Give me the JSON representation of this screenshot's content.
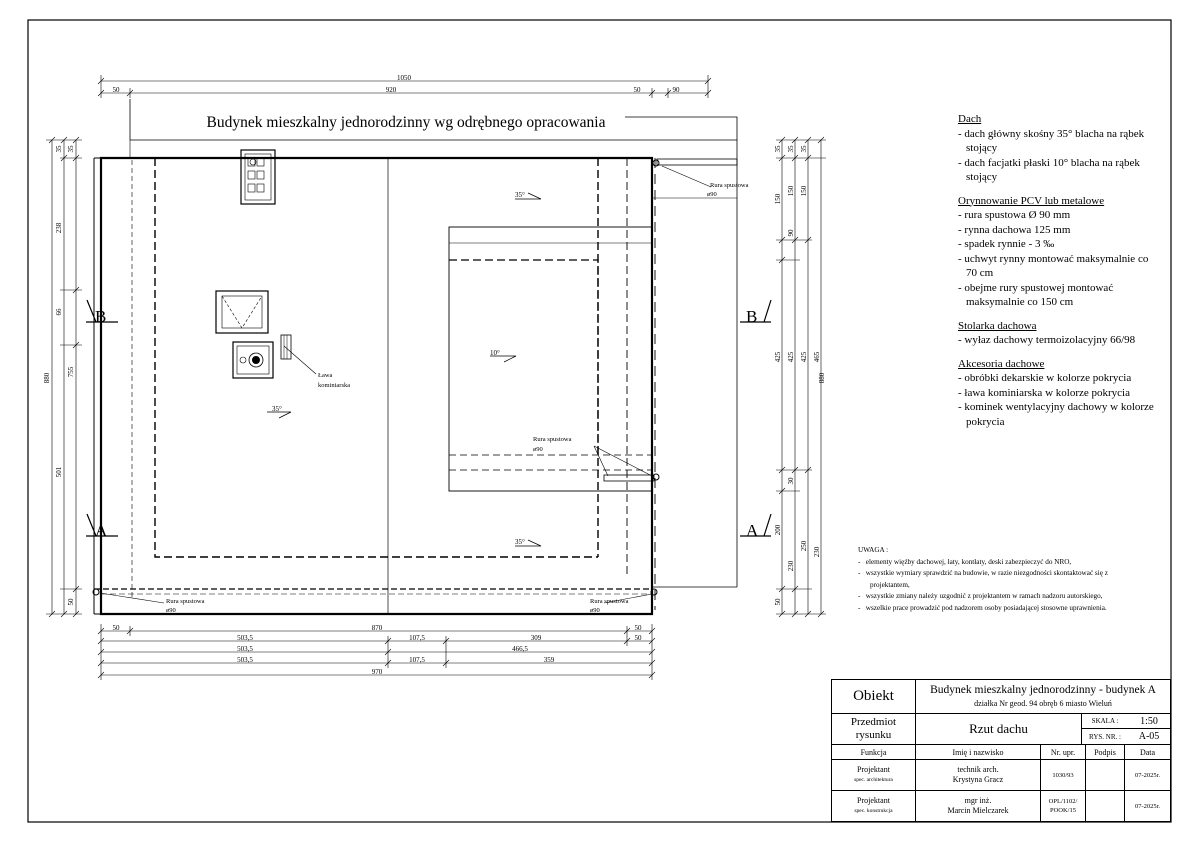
{
  "drawing": {
    "building_note": "Budynek mieszkalny jednorodzinny wg odrębnego opracowania",
    "top_dims": {
      "total": "1050",
      "left": "50",
      "mid": "920",
      "right_a": "50",
      "right_b": "90"
    },
    "bottom_dims": {
      "row1": [
        "50",
        "870",
        "50"
      ],
      "row2": [
        "503,5",
        "107,5",
        "309",
        "50"
      ],
      "row3": [
        "503,5",
        "466,5"
      ],
      "row4": [
        "503,5",
        "107,5",
        "359"
      ],
      "row5": [
        "970"
      ]
    },
    "left_dims": {
      "a": "35",
      "b": "35",
      "c": "238",
      "d": "66",
      "e": "755",
      "f": "501",
      "g": "880",
      "h": "50"
    },
    "right_dims": {
      "a": "35",
      "b": "150",
      "c": "90",
      "d": "425",
      "e": "30",
      "f": "200",
      "g": "230",
      "h": "250",
      "i": "50",
      "j": "880",
      "k": "465"
    },
    "slopes": {
      "main_top": "35°",
      "main_left": "35°",
      "main_bottom": "35°",
      "dormer": "10°"
    },
    "section_marks": {
      "left_b": "B",
      "right_b": "B",
      "left_a": "A",
      "right_a": "A"
    },
    "labels": {
      "downpipe_1": "Rura spustowa",
      "downpipe_1_d": "ø90",
      "downpipe_2": "Rura spustowa",
      "downpipe_2_d": "ø90",
      "downpipe_3": "Rura spustowa",
      "downpipe_3_d": "ø90",
      "downpipe_4": "Rura spustowa",
      "downpipe_4_d": "ø90",
      "chimney_bench_1": "Ława",
      "chimney_bench_2": "kominiarska"
    }
  },
  "notes": {
    "sections": [
      {
        "title": "Dach",
        "items": [
          "dach główny skośny 35° blacha na rąbek stojący",
          "dach facjatki płaski 10° blacha na rąbek stojący"
        ]
      },
      {
        "title": "Orynnowanie PCV lub metalowe",
        "items": [
          "rura spustowa Ø 90 mm",
          "rynna dachowa 125 mm",
          "spadek rynnie - 3 ‰",
          "uchwyt rynny montować maksymalnie co 70 cm",
          "obejme rury spustowej montować maksymalnie co 150 cm"
        ]
      },
      {
        "title": "Stolarka dachowa",
        "items": [
          "wyłaz dachowy termoizolacyjny 66/98"
        ]
      },
      {
        "title": "Akcesoria dachowe",
        "items": [
          "obróbki dekarskie w kolorze pokrycia",
          "ława kominiarska w kolorze pokrycia",
          "kominek wentylacyjny dachowy w kolorze pokrycia"
        ]
      }
    ]
  },
  "uwaga": {
    "title": "UWAGA :",
    "items": [
      "elementy więźby dachowej, łaty, kontłaty, deski zabezpieczyć do NRO,",
      "wszystkie wymiary sprawdzić na budowie, w razie niezgodności skontaktować się z projektantem,",
      "wszystkie zmiany należy uzgodnić z projektantem w ramach nadzoru autorskiego,",
      "wszelkie prace prowadzić pod nadzorem osoby posiadającej stosowne uprawnienia."
    ]
  },
  "title_block": {
    "obiekt_label": "Obiekt",
    "obiekt_value": "Budynek mieszkalny jednorodzinny - budynek A",
    "obiekt_sub": "działka Nr geod. 94 obręb 6 miasto Wieluń",
    "przedmiot_label": "Przedmiot rysunku",
    "przedmiot_value": "Rzut dachu",
    "skala_label": "SKALA :",
    "skala_value": "1:50",
    "rys_label": "RYS. NR. :",
    "rys_value": "A-05",
    "headers": [
      "Funkcja",
      "Imię i nazwisko",
      "Nr. upr.",
      "Podpis",
      "Data"
    ],
    "rows": [
      {
        "role": "Projektant",
        "spec": "spec. architektura",
        "name1": "technik arch.",
        "name2": "Krystyna Gracz",
        "nr": "1030/93",
        "date": "07-2025r."
      },
      {
        "role": "Projektant",
        "spec": "spec. konstrukcja",
        "name1": "mgr inż.",
        "name2": "Marcin Mielczarek",
        "nr": "OPL/1102/ POOK/15",
        "date": "07-2025r."
      }
    ]
  }
}
